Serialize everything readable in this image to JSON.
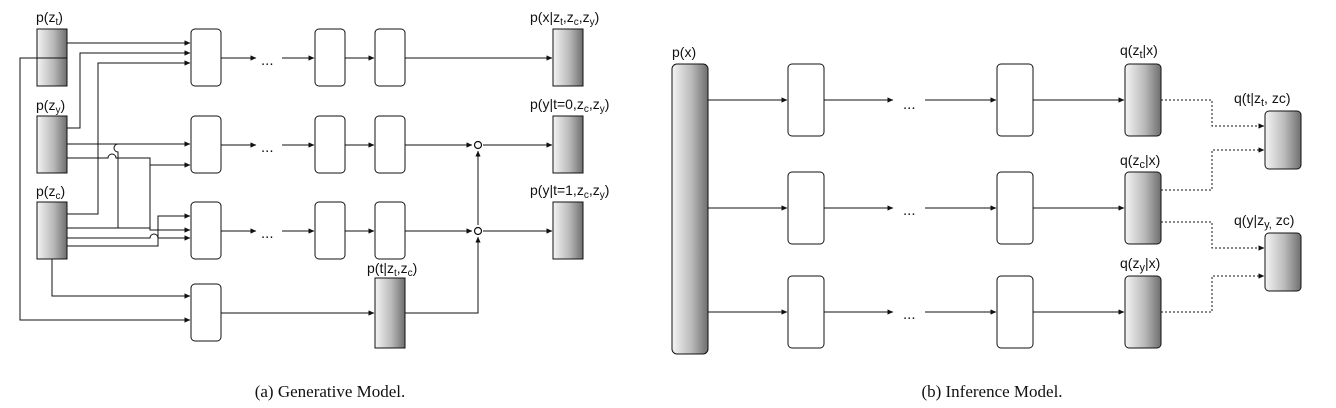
{
  "generative": {
    "caption": "(a) Generative Model.",
    "labels": {
      "pzt": "p(z",
      "pzt_sub": "t",
      "pzy": "p(z",
      "pzy_sub": "y",
      "pzc": "p(z",
      "pzc_sub": "c",
      "px": "p(x|z",
      "py0": "p(y|t=0,z",
      "py1": "p(y|t=1,z",
      "pt": "p(t|z"
    },
    "ellipsis": "..."
  },
  "inference": {
    "caption": "(b) Inference Model.",
    "labels": {
      "px": "p(x)",
      "qzt": "q(z",
      "qzc": "q(z",
      "qzy": "q(z",
      "qt": "q(t|z",
      "qy": "q(y|z"
    },
    "ellipsis": "..."
  }
}
